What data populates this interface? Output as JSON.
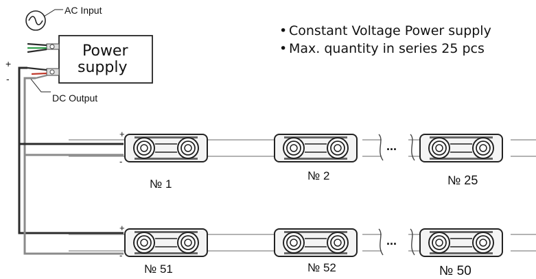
{
  "power_supply": {
    "label_line1": "Power",
    "label_line2": "supply",
    "ac_input_label": "AC Input",
    "dc_output_label": "DC Output",
    "plus_sign": "+",
    "minus_sign": "-"
  },
  "notes": {
    "bullet": "•",
    "items": [
      "Constant Voltage Power supply",
      "Max. quantity in series 25 pcs"
    ]
  },
  "module_strings": [
    {
      "plus_sign": "+",
      "minus_sign": "-",
      "labels": [
        "№ 1",
        "№ 2",
        "№ 25"
      ],
      "ellipsis": "..."
    },
    {
      "plus_sign": "+",
      "minus_sign": "-",
      "labels": [
        "№ 51",
        "№ 52",
        "№ 50"
      ],
      "ellipsis": "..."
    }
  ],
  "colors": {
    "wire_black": "#2b2b2b",
    "wire_grey": "#8a8a8a",
    "wire_red": "#c0392b",
    "wire_green": "#2e9e4a",
    "outline": "#222222"
  }
}
